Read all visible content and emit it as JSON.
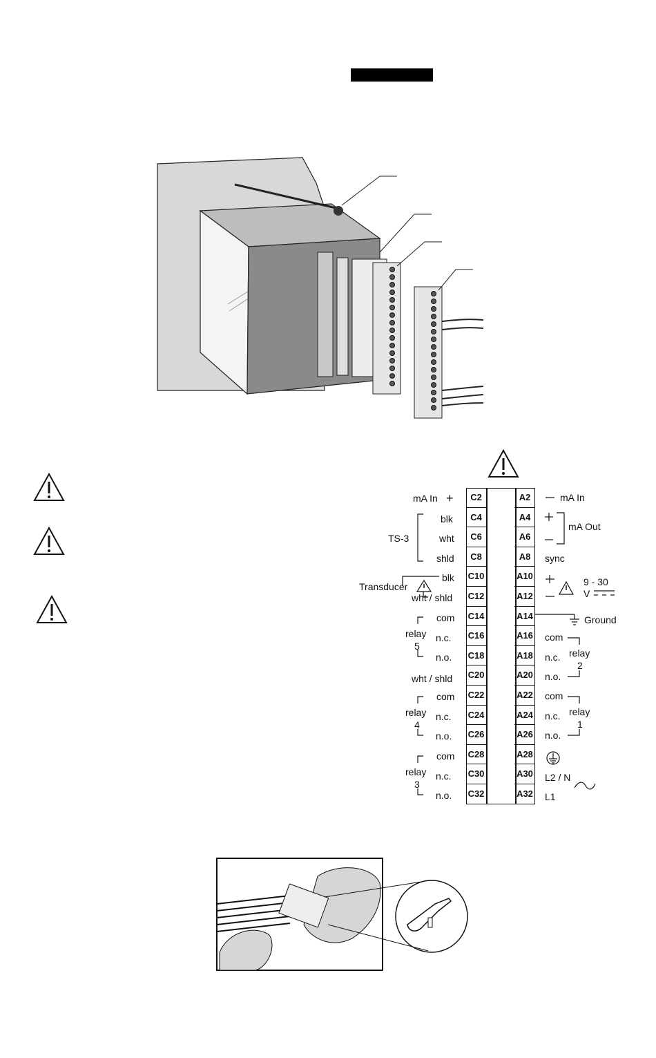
{
  "header": {
    "redacted_bar": ""
  },
  "terminal_block": {
    "left_cells": [
      "C2",
      "C4",
      "C6",
      "C8",
      "C10",
      "C12",
      "C14",
      "C16",
      "C18",
      "C20",
      "C22",
      "C24",
      "C26",
      "C28",
      "C30",
      "C32"
    ],
    "right_cells": [
      "A2",
      "A4",
      "A6",
      "A8",
      "A10",
      "A12",
      "A14",
      "A16",
      "A18",
      "A20",
      "A22",
      "A24",
      "A26",
      "A28",
      "A30",
      "A32"
    ],
    "left_labels": {
      "ma_in_plus": "mA In",
      "blk_1": "blk",
      "wht": "wht",
      "shld": "shld",
      "ts3": "TS-3",
      "transducer": "Transducer",
      "blk_2": "blk",
      "wht_shld_1": "wht / shld",
      "com_5": "com",
      "relay_5": "relay",
      "relay_5_num": "5",
      "nc_5": "n.c.",
      "no_5": "n.o.",
      "wht_shld_2": "wht / shld",
      "com_4": "com",
      "relay_4": "relay",
      "relay_4_num": "4",
      "nc_4": "n.c.",
      "no_4": "n.o.",
      "com_3": "com",
      "relay_3": "relay",
      "relay_3_num": "3",
      "nc_3": "n.c.",
      "no_3": "n.o."
    },
    "right_labels": {
      "ma_in_minus": "mA In",
      "ma_out": "mA Out",
      "sync": "sync",
      "volt_range": "9 - 30",
      "volt_unit": "V",
      "ground": "Ground",
      "com_2": "com",
      "nc_2": "n.c.",
      "no_2": "n.o.",
      "relay_2": "relay",
      "relay_2_num": "2",
      "com_1": "com",
      "nc_1": "n.c.",
      "no_1": "n.o.",
      "relay_1": "relay",
      "relay_1_num": "1",
      "l2n": "L2 / N",
      "l1": "L1"
    }
  },
  "icons": [
    "warning-icon",
    "ground-icon",
    "earth-ground-icon",
    "ac-icon",
    "dc-icon"
  ]
}
